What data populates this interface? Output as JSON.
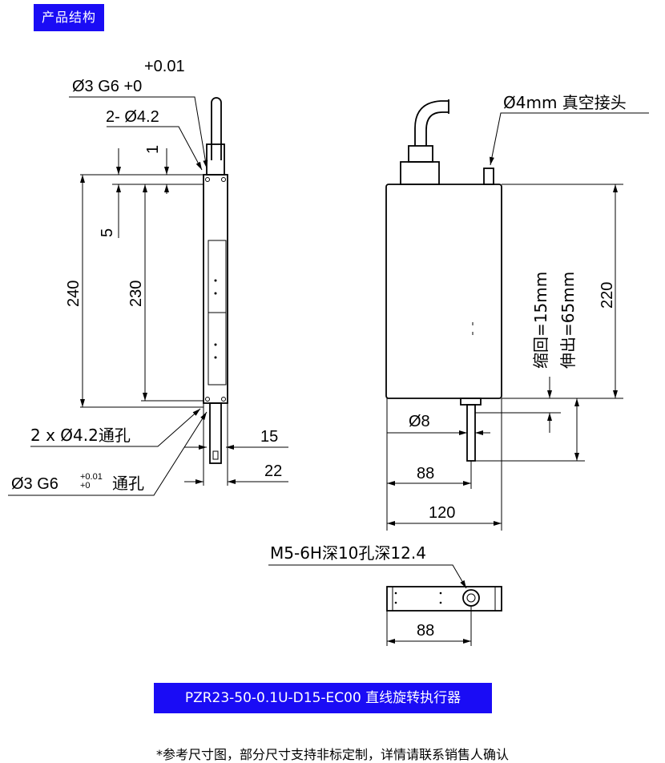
{
  "header": {
    "title": "产品结构"
  },
  "side_view": {
    "shaft_tol_label": "Ø3 G6 +0",
    "shaft_tol_upper": "+0.01",
    "holes_label": "2- Ø4.2",
    "dim_1": "1",
    "dim_5": "5",
    "dim_240": "240",
    "dim_230": "230",
    "through_holes_label": "2 x  Ø4.2通孔",
    "through_shaft_label": "Ø3 G6",
    "through_shaft_upper": "+0.01",
    "through_shaft_lower": "+0",
    "through_shaft_suffix": "通孔",
    "dim_15": "15",
    "dim_22": "22"
  },
  "front_view": {
    "vacuum_label": "Ø4mm 真空接头",
    "dim_220": "220",
    "retract_label": "缩回=15mm",
    "extend_label": "伸出=65mm",
    "shaft_dia": "Ø8",
    "dim_88": "88",
    "dim_120": "120"
  },
  "bottom_view": {
    "thread_label": "M5-6H深10孔深12.4",
    "dim_88": "88"
  },
  "model": {
    "name": "PZR23-50-0.1U-D15-EC00 直线旋转执行器"
  },
  "footnote": "*参考尺寸图，部分尺寸支持非标定制，详情请联系销售人确认"
}
